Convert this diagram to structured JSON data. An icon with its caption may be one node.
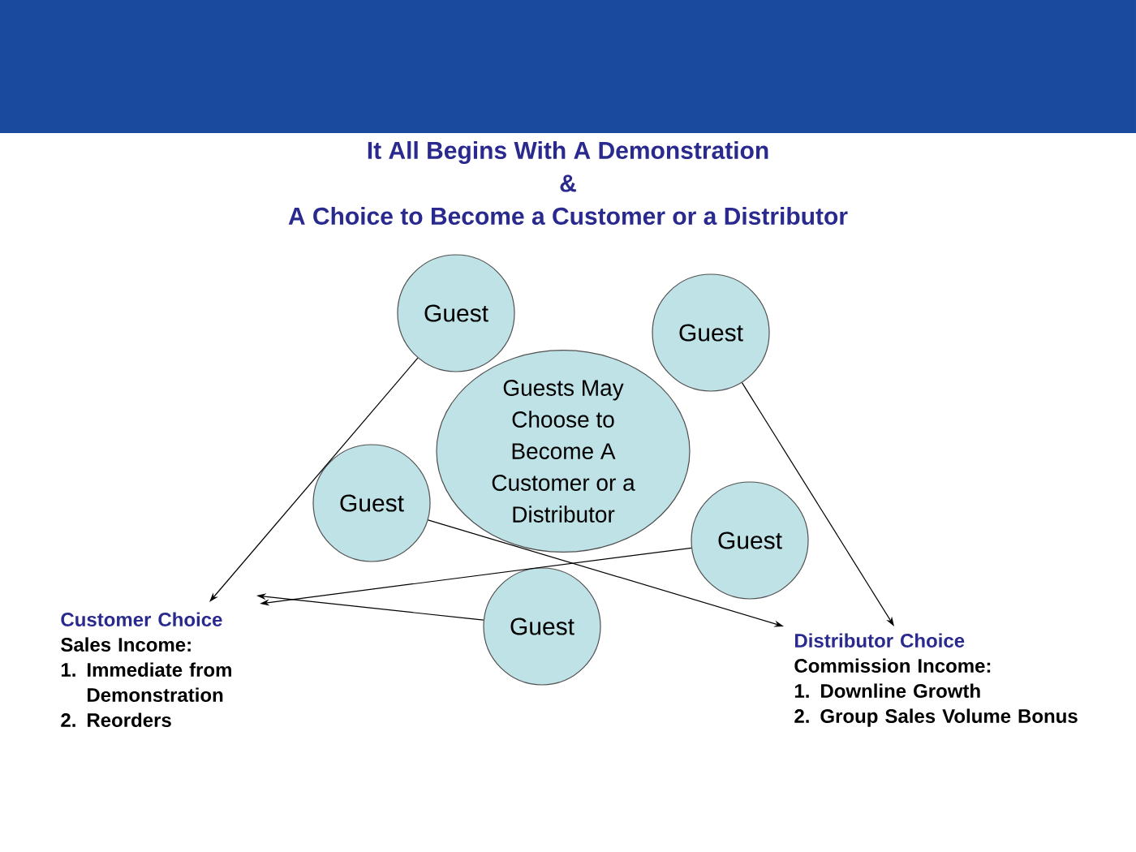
{
  "diagram": {
    "title": "It All Begins With A Demonstration",
    "nodes": [
      {
        "text": [
          "Guest"
        ]
      },
      {
        "text": [
          "Guest"
        ]
      },
      {
        "text": [
          "Guests May Choose to Become A Customer or a Distributor"
        ]
      },
      {
        "text": [
          "Guest"
        ]
      },
      {
        "text": [
          "Guest"
        ]
      },
      {
        "text": [
          "Guest"
        ]
      },
      {
        "text": [
          "Customer Choice",
          "Sales Income:",
          "1. Immediate from Demonstration",
          "2. Reorders"
        ]
      },
      {
        "text": [
          "Distributor Choice",
          "Commission Income:",
          "1. Downline Growth",
          "2. Group Sales Volume Bonus"
        ]
      }
    ],
    "edges": [
      {
        "from": 0,
        "to": 6,
        "arrow": "to"
      },
      {
        "from": 1,
        "to": 7,
        "arrow": "to"
      },
      {
        "from": 3,
        "to": 7,
        "arrow": "to"
      },
      {
        "from": 4,
        "to": 6,
        "arrow": "to"
      },
      {
        "from": 5,
        "to": 6,
        "arrow": "to"
      }
    ],
    "labels": [
      "&",
      "A Choice to Become a Customer or a Distributor"
    ]
  }
}
